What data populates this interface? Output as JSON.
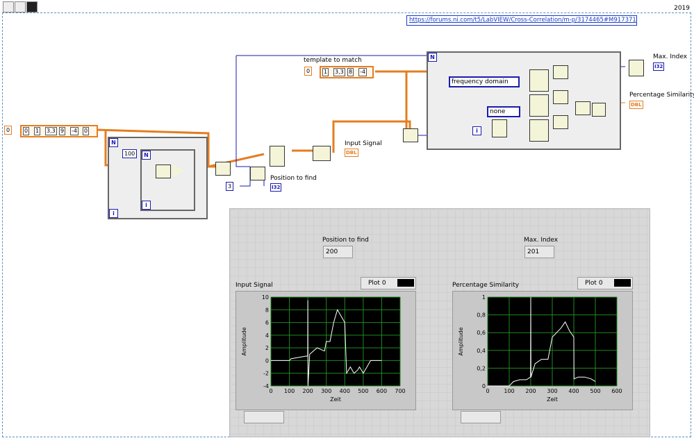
{
  "version": "2019",
  "link": "https://forums.ni.com/t5/LabVIEW/Cross-Correlation/m-p/3174465#M917371",
  "toolbar": {
    "icons": [
      "hand-icon",
      "arrow-icon",
      "run-highlight-icon"
    ]
  },
  "diagram": {
    "source_array": {
      "index": "0",
      "values": [
        "0",
        "1",
        "3,3",
        "9",
        "-4",
        "0"
      ]
    },
    "template": {
      "label": "template to match",
      "index": "0",
      "values": [
        "1",
        "3,3",
        "8",
        "-4"
      ]
    },
    "loop_count": "100",
    "constant_three": "3",
    "n_label": "N",
    "i_label": "i",
    "domain_enum": "frequency domain",
    "none_enum": "none",
    "input_signal_label": "Input Signal",
    "position_label": "Position to find",
    "max_index_label": "Max. Index",
    "similarity_label": "Percentage Similarity",
    "dbl_tag": "DBL",
    "i32_tag": "I32"
  },
  "front_panel": {
    "position_to_find": {
      "label": "Position to find",
      "value": "200"
    },
    "max_index": {
      "label": "Max. Index",
      "value": "201"
    },
    "graph1": {
      "title": "Input Signal",
      "plot": "Plot 0",
      "xlabel": "Zeit",
      "ylabel": "Amplitude",
      "xticks": [
        "0",
        "100",
        "200",
        "300",
        "400",
        "500",
        "600",
        "700"
      ],
      "yticks": [
        "10",
        "8",
        "6",
        "4",
        "2",
        "0",
        "-2",
        "-4"
      ]
    },
    "graph2": {
      "title": "Percentage Similarity",
      "plot": "Plot 0",
      "xlabel": "Zeit",
      "ylabel": "Amplitude",
      "xticks": [
        "0",
        "100",
        "200",
        "300",
        "400",
        "500",
        "600"
      ],
      "yticks": [
        "1",
        "0,8",
        "0,6",
        "0,4",
        "0,2",
        "0"
      ]
    }
  },
  "chart_data": [
    {
      "type": "line",
      "title": "Input Signal",
      "xlabel": "Zeit",
      "ylabel": "Amplitude",
      "xlim": [
        0,
        700
      ],
      "ylim": [
        -4,
        10
      ],
      "series": [
        {
          "name": "Plot 0",
          "x": [
            0,
            100,
            110,
            150,
            190,
            199,
            200,
            201,
            210,
            250,
            290,
            300,
            320,
            340,
            360,
            380,
            400,
            410,
            430,
            450,
            470,
            480,
            500,
            520,
            540,
            560,
            600
          ],
          "y": [
            0,
            0,
            0.3,
            0.5,
            0.7,
            0.7,
            9.5,
            -4,
            1,
            2,
            1.5,
            3,
            3,
            6,
            8,
            7,
            6,
            -2,
            -1,
            -2,
            -1.5,
            -1,
            -2,
            -1,
            0,
            0,
            0
          ]
        }
      ]
    },
    {
      "type": "line",
      "title": "Percentage Similarity",
      "xlabel": "Zeit",
      "ylabel": "Amplitude",
      "xlim": [
        0,
        600
      ],
      "ylim": [
        0,
        1
      ],
      "series": [
        {
          "name": "Plot 0",
          "x": [
            0,
            100,
            120,
            150,
            180,
            199,
            200,
            201,
            220,
            250,
            280,
            300,
            320,
            340,
            360,
            380,
            400,
            401,
            420,
            450,
            480,
            500
          ],
          "y": [
            0,
            0,
            0.05,
            0.07,
            0.07,
            0.1,
            1.0,
            0.1,
            0.25,
            0.3,
            0.3,
            0.55,
            0.6,
            0.65,
            0.72,
            0.62,
            0.55,
            0.08,
            0.1,
            0.1,
            0.08,
            0.05
          ]
        }
      ]
    }
  ],
  "colors": {
    "wire_orange": "#e57d1f",
    "wire_blue": "#1a1ab0",
    "plot_bg": "#000000",
    "plot_grid": "#1f8a1f",
    "trace": "#ffffff"
  }
}
